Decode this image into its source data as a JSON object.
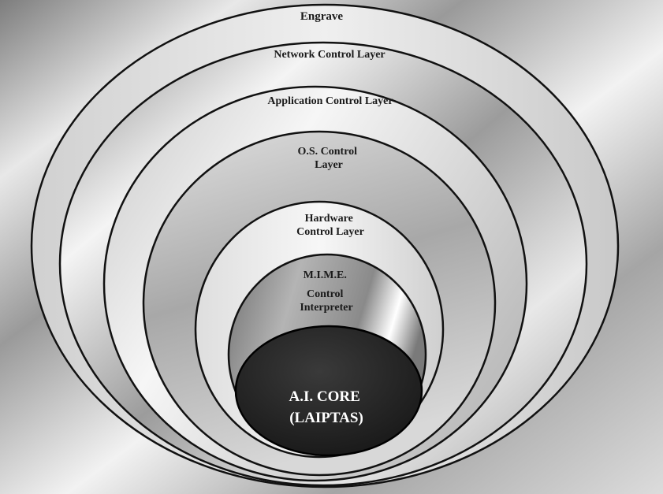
{
  "layers": [
    {
      "id": "engrave",
      "lines": [
        "Engrave"
      ]
    },
    {
      "id": "network-control-layer",
      "lines": [
        "Network Control Layer"
      ]
    },
    {
      "id": "application-control-layer",
      "lines": [
        "Application Control Layer"
      ]
    },
    {
      "id": "os-control-layer",
      "lines": [
        "O.S. Control",
        "Layer"
      ]
    },
    {
      "id": "hardware-control-layer",
      "lines": [
        "Hardware",
        "Control Layer"
      ]
    },
    {
      "id": "mime-control-interpreter",
      "lines": [
        "M.I.M.E.",
        "Control",
        "Interpreter"
      ]
    },
    {
      "id": "ai-core",
      "lines": [
        "A.I. CORE",
        "(LAIPTAS)"
      ]
    }
  ]
}
